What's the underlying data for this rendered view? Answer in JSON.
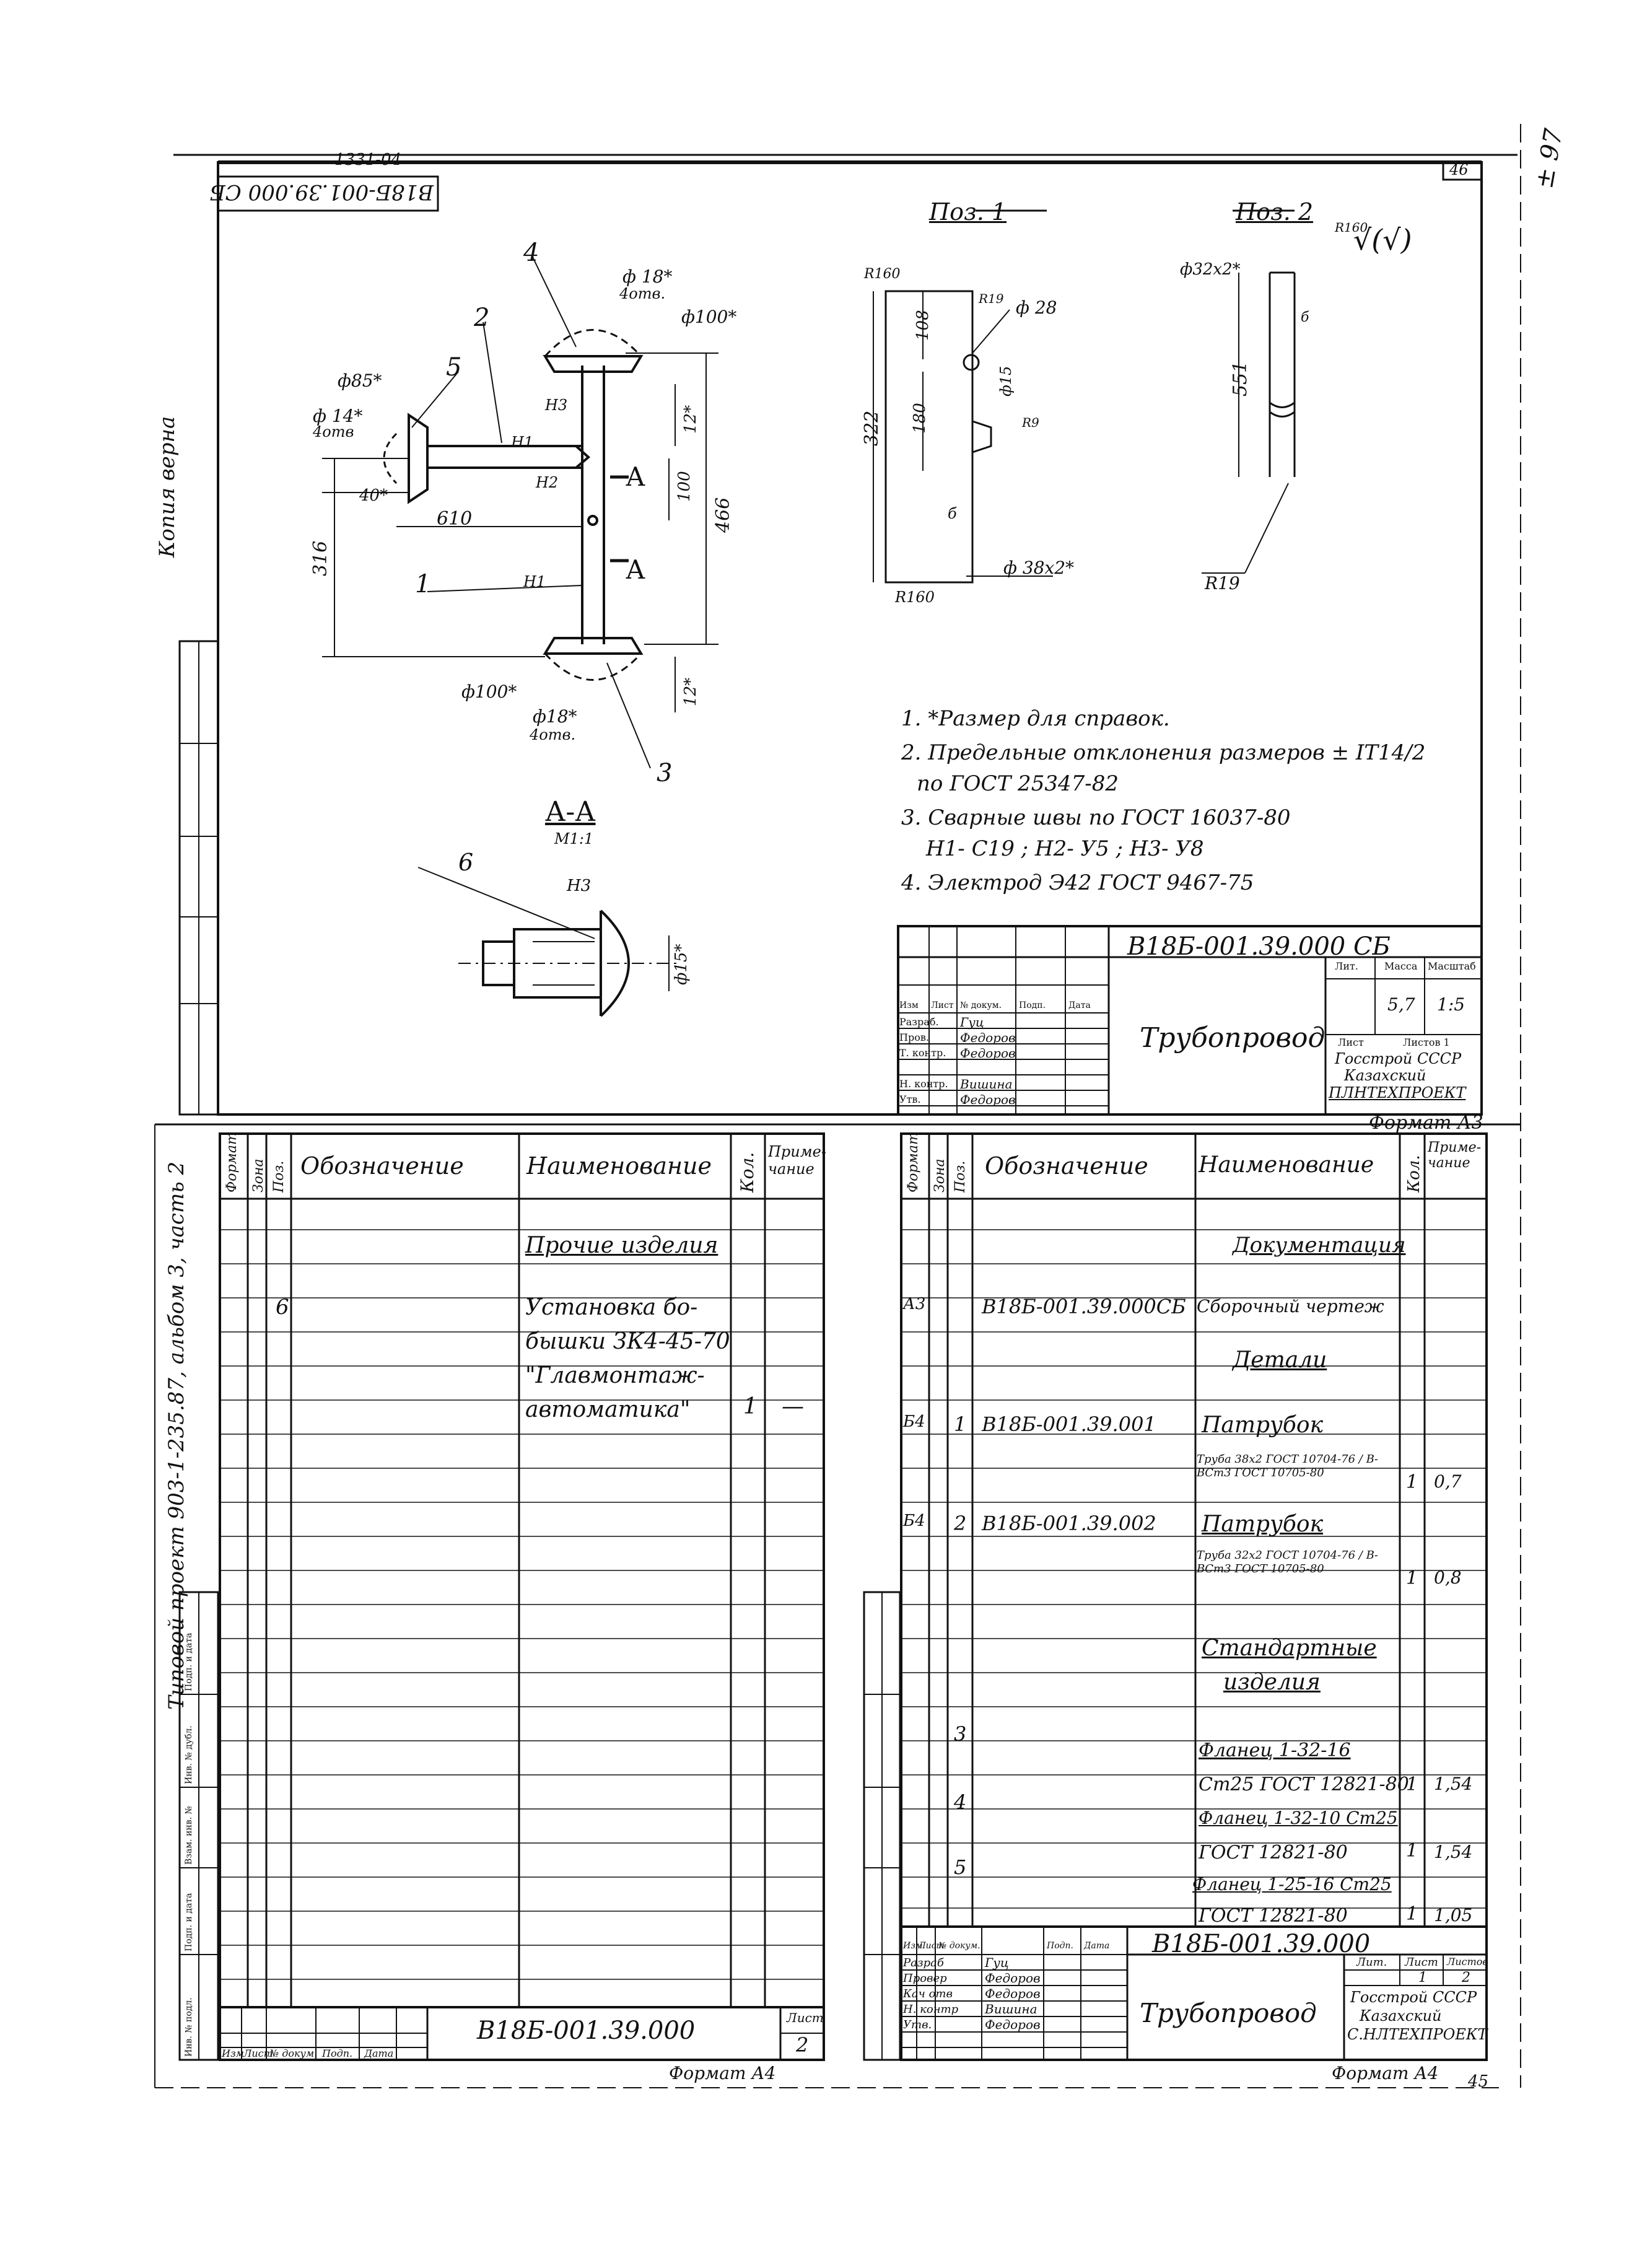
{
  "sheet": {
    "top_code": "1331-04",
    "sheet_num_top": "46",
    "corner_mark": "± 97",
    "rotated_code": "В18Б-001.39.000 СБ",
    "copy_note": "Копия верна",
    "project_note": "Типовой проект 903-1-235.87, альбом 3, часть 2",
    "bottom_num": "45"
  },
  "drawing": {
    "pos_labels": [
      "1",
      "2",
      "3",
      "4",
      "5",
      "6"
    ],
    "dims": {
      "d18a": "ф 18*",
      "holes4a": "4отв.",
      "d100a": "ф100*",
      "d85": "ф85*",
      "d14": "ф 14*",
      "holes4c": "4отв",
      "d40": "40*",
      "d610": "610",
      "d316": "316",
      "d12a": "12*",
      "d100v": "100",
      "d466": "466",
      "d100b": "ф100*",
      "d18b": "ф18*",
      "holes4b": "4отв.",
      "d12b": "12*"
    },
    "welds": {
      "w1a": "Н1",
      "w3": "Н3",
      "w2": "Н2",
      "w1b": "Н1"
    },
    "section_marks": [
      "А",
      "А"
    ],
    "section_title": "А-А",
    "section_scale": "М1:1",
    "section_weld": "Н3",
    "section_dim": "ф15*"
  },
  "pos1": {
    "title": "Поз. 1",
    "r160a": "R160",
    "r160b": "R160",
    "d28": "ф 28",
    "d15": "ф15",
    "d322": "322",
    "d108": "108",
    "d180": "180",
    "r19": "R19",
    "r9": "R9",
    "d38": "ф 38х2*",
    "mark6": "б"
  },
  "pos2": {
    "title": "Поз. 2",
    "roughness": "R160",
    "d32": "ф32х2*",
    "d551": "551",
    "r19": "R19",
    "mark6": "б"
  },
  "notes": [
    "1. *Размер для справок.",
    "2. Предельные отклонения размеров ± IT14/2",
    "по ГОСТ 25347-82",
    "3. Сварные швы по ГОСТ 16037-80",
    "Н1- С19 ; Н2- У5 ; Н3- У8",
    "4. Электрод Э42 ГОСТ 9467-75"
  ],
  "stamp_top": {
    "designation": "В18Б-001.39.000 СБ",
    "name": "Трубопровод",
    "headers": [
      "Изм",
      "Лист",
      "№ докум.",
      "Подп.",
      "Дата"
    ],
    "roles": [
      "Разраб.",
      "Пров.",
      "Т. контр.",
      "",
      "Н. контр.",
      "Утв."
    ],
    "people": [
      "Гуц",
      "Федоров",
      "Федоров",
      "",
      "Вишина",
      "Федоров"
    ],
    "lit": "Лит.",
    "mass": "Масса",
    "scale": "Масштаб",
    "mass_val": "5,7",
    "scale_val": "1:5",
    "sheet": "Лист",
    "sheets": "Листов 1",
    "org": [
      "Госстрой СССР",
      "Казахский",
      "ПЛНТЕХПРОЕКТ"
    ],
    "format": "Формат А3"
  },
  "left_spec": {
    "headers": [
      "Формат",
      "Зона",
      "Поз.",
      "Обозначение",
      "Наименование",
      "Кол.",
      "Приме- чание"
    ],
    "rows": [
      {
        "fmt": "",
        "pos": "",
        "des": "",
        "name": "Прочие изделия",
        "qty": "",
        "note": ""
      },
      {
        "fmt": "",
        "pos": "6",
        "des": "",
        "name": "Установка бо-",
        "qty": "",
        "note": ""
      },
      {
        "fmt": "",
        "pos": "",
        "des": "",
        "name": "бышки ЗК4-45-70",
        "qty": "",
        "note": ""
      },
      {
        "fmt": "",
        "pos": "",
        "des": "",
        "name": "\"Главмонтаж-",
        "qty": "",
        "note": ""
      },
      {
        "fmt": "",
        "pos": "",
        "des": "",
        "name": "автоматика\"",
        "qty": "1",
        "note": "—"
      }
    ],
    "stamp_designation": "В18Б-001.39.000",
    "stamp_sheet_label": "Лист",
    "stamp_sheet": "2",
    "stamp_headers": [
      "Изм",
      "Лист",
      "№ докум.",
      "Подп.",
      "Дата"
    ],
    "format": "Формат А4"
  },
  "right_spec": {
    "headers": [
      "Формат",
      "Зона",
      "Поз.",
      "Обозначение",
      "Наименование",
      "Кол.",
      "Приме- чание"
    ],
    "rows": [
      {
        "fmt": "",
        "pos": "",
        "des": "",
        "name": "Документация",
        "qty": "",
        "note": ""
      },
      {
        "fmt": "А3",
        "pos": "",
        "des": "В18Б-001.39.000СБ",
        "name": "Сборочный чертеж",
        "qty": "",
        "note": ""
      },
      {
        "fmt": "",
        "pos": "",
        "des": "",
        "name": "Детали",
        "qty": "",
        "note": ""
      },
      {
        "fmt": "Б4",
        "pos": "1",
        "des": "В18Б-001.39.001",
        "name": "Патрубок",
        "qty": "",
        "note": ""
      },
      {
        "fmt": "",
        "pos": "",
        "des": "",
        "name": "Труба 38х2 ГОСТ 10704-76 / В-ВСт3 ГОСТ 10705-80",
        "qty": "1",
        "note": "0,7"
      },
      {
        "fmt": "Б4",
        "pos": "2",
        "des": "В18Б-001.39.002",
        "name": "Патрубок",
        "qty": "",
        "note": ""
      },
      {
        "fmt": "",
        "pos": "",
        "des": "",
        "name": "Труба 32х2 ГОСТ 10704-76 / В-ВСт3 ГОСТ 10705-80",
        "qty": "1",
        "note": "0,8"
      },
      {
        "fmt": "",
        "pos": "",
        "des": "",
        "name": "Стандартные",
        "qty": "",
        "note": ""
      },
      {
        "fmt": "",
        "pos": "",
        "des": "",
        "name": "изделия",
        "qty": "",
        "note": ""
      },
      {
        "fmt": "",
        "pos": "3",
        "des": "",
        "name": "Фланец 1-32-16",
        "qty": "",
        "note": ""
      },
      {
        "fmt": "",
        "pos": "",
        "des": "",
        "name": "Ст25 ГОСТ 12821-80",
        "qty": "1",
        "note": "1,54"
      },
      {
        "fmt": "",
        "pos": "4",
        "des": "",
        "name": "Фланец 1-32-10 Ст25",
        "qty": "",
        "note": ""
      },
      {
        "fmt": "",
        "pos": "",
        "des": "",
        "name": "ГОСТ 12821-80",
        "qty": "1",
        "note": "1,54"
      },
      {
        "fmt": "",
        "pos": "5",
        "des": "",
        "name": "Фланец 1-25-16 Ст25",
        "qty": "",
        "note": ""
      },
      {
        "fmt": "",
        "pos": "",
        "des": "",
        "name": "ГОСТ 12821-80",
        "qty": "1",
        "note": "1,05"
      }
    ],
    "stamp_designation": "В18Б-001.39.000",
    "stamp_name": "Трубопровод",
    "stamp_roles": [
      "Разраб",
      "Провер",
      "Кач отв",
      "Н. контр",
      "Утв."
    ],
    "stamp_people": [
      "Гуц",
      "Федоров",
      "Федоров",
      "Вишина",
      "Федоров"
    ],
    "stamp_headers": [
      "Изм",
      "Лист",
      "№ докум.",
      "Подп.",
      "Дата"
    ],
    "lit": "Лит.",
    "sheet": "Лист",
    "sheets": "Листов",
    "sheet_val": "1",
    "sheets_val": "2",
    "org": [
      "Госстрой СССР",
      "Казахский",
      "С.НЛТЕХПРОЕКТ"
    ],
    "format": "Формат А4"
  },
  "margin_labels": [
    "Инв. № подл.",
    "Подп. и дата",
    "Взам. инв. №",
    "Инв. № дубл.",
    "Подп. и дата"
  ]
}
